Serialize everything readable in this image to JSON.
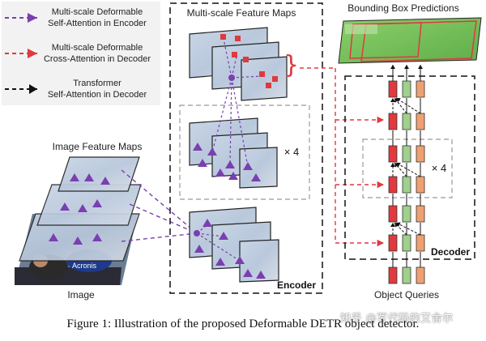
{
  "legend": {
    "items": [
      {
        "label_line1": "Multi-scale Deformable",
        "label_line2": "Self-Attention in Encoder",
        "color": "#7a3fb0"
      },
      {
        "label_line1": "Multi-scale Deformable",
        "label_line2": "Cross-Attention in Decoder",
        "color": "#e0393e"
      },
      {
        "label_line1": "Transformer",
        "label_line2": "Self-Attention in Decoder",
        "color": "#111111"
      }
    ]
  },
  "labels": {
    "image_feature_maps": "Image Feature Maps",
    "image": "Image",
    "multi_scale_feature_maps": "Multi-scale Feature Maps",
    "times_four_encoder": "× 4",
    "encoder": "Encoder",
    "bounding_box_predictions": "Bounding Box Predictions",
    "times_four_decoder": "× 4",
    "decoder": "Decoder",
    "object_queries": "Object Queries",
    "acronis_text": "Acronis"
  },
  "caption": "Figure 1: Illustration of the proposed Deformable DETR object detector.",
  "watermark": "知乎 @写代码的艾舍尔",
  "colors": {
    "purple": "#7a3fb0",
    "red": "#e0393e",
    "green_query": "#9fd08c",
    "orange_query": "#f0a070",
    "red_query": "#e0393e"
  }
}
